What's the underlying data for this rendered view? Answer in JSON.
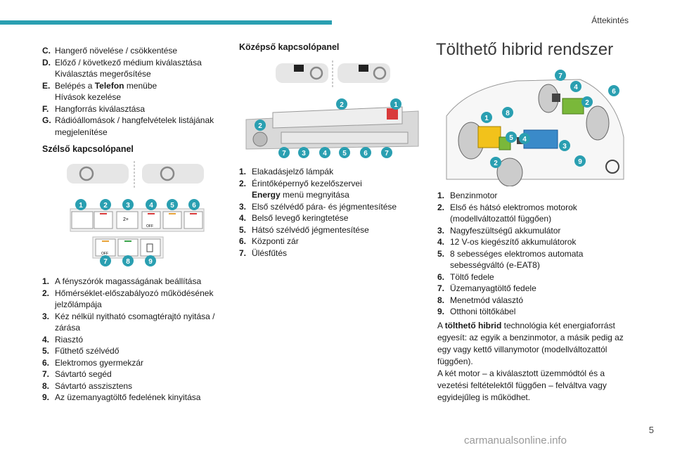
{
  "header": {
    "section": "Áttekintés",
    "accent": "#2a9fb1"
  },
  "col1": {
    "list_top": [
      {
        "key": "C.",
        "lines": [
          "Hangerő növelése / csökkentése"
        ]
      },
      {
        "key": "D.",
        "lines": [
          "Előző / következő médium kiválasztása",
          "Kiválasztás megerősítése"
        ]
      },
      {
        "key": "E.",
        "pre": "Belépés a ",
        "bold": "Telefon",
        "post": " menübe",
        "lines2": [
          "Hívások kezelése"
        ]
      },
      {
        "key": "F.",
        "lines": [
          "Hangforrás kiválasztása"
        ]
      },
      {
        "key": "G.",
        "lines": [
          "Rádióállomások / hangfelvételek listájának",
          "megjelenítése"
        ]
      }
    ],
    "subhead": "Szélső kapcsolópanel",
    "figure_badges_row1": [
      "1",
      "2",
      "3",
      "4",
      "5",
      "6"
    ],
    "figure_badges_row2": [
      "7",
      "8",
      "9"
    ],
    "icon_labels": {
      "off": "OFF",
      "two_plus": "2+"
    },
    "list_bottom": [
      {
        "key": "1.",
        "lines": [
          "A fényszórók magasságának beállítása"
        ]
      },
      {
        "key": "2.",
        "lines": [
          "Hőmérséklet-előszabályozó működésének",
          "jelzőlámpája"
        ]
      },
      {
        "key": "3.",
        "lines": [
          "Kéz nélkül nyitható csomagtérajtó nyitása /",
          "zárása"
        ]
      },
      {
        "key": "4.",
        "lines": [
          "Riasztó"
        ]
      },
      {
        "key": "5.",
        "lines": [
          "Fűthető szélvédő"
        ]
      },
      {
        "key": "6.",
        "lines": [
          "Elektromos gyermekzár"
        ]
      },
      {
        "key": "7.",
        "lines": [
          "Sávtartó segéd"
        ]
      },
      {
        "key": "8.",
        "lines": [
          "Sávtartó asszisztens"
        ]
      },
      {
        "key": "9.",
        "lines": [
          "Az üzemanyagtöltő fedelének kinyitása"
        ]
      }
    ]
  },
  "col2": {
    "subhead": "Középső kapcsolópanel",
    "figure_badges": [
      "2",
      "1",
      "2",
      "7",
      "3",
      "4",
      "5",
      "6",
      "7"
    ],
    "list": [
      {
        "key": "1.",
        "lines": [
          "Elakadásjelző lámpák"
        ]
      },
      {
        "key": "2.",
        "lines": [
          "Érintőképernyő kezelőszervei"
        ],
        "bold_line": "Energy",
        "bold_post": " menü megnyitása"
      },
      {
        "key": "3.",
        "lines": [
          "Első szélvédő pára- és jégmentesítése"
        ]
      },
      {
        "key": "4.",
        "lines": [
          "Belső levegő keringtetése"
        ]
      },
      {
        "key": "5.",
        "lines": [
          "Hátsó szélvédő jégmentesítése"
        ]
      },
      {
        "key": "6.",
        "lines": [
          "Központi zár"
        ]
      },
      {
        "key": "7.",
        "lines": [
          "Ülésfűtés"
        ]
      }
    ]
  },
  "col3": {
    "title": "Tölthető hibrid rendszer",
    "figure_badges": [
      "7",
      "4",
      "6",
      "2",
      "8",
      "1",
      "5",
      "4",
      "3",
      "2",
      "9"
    ],
    "list": [
      {
        "key": "1.",
        "lines": [
          "Benzinmotor"
        ]
      },
      {
        "key": "2.",
        "lines": [
          "Első és hátsó elektromos motorok",
          "(modellváltozattól függően)"
        ]
      },
      {
        "key": "3.",
        "lines": [
          "Nagyfeszültségű akkumulátor"
        ]
      },
      {
        "key": "4.",
        "lines": [
          "12 V-os kiegészítő akkumulátorok"
        ]
      },
      {
        "key": "5.",
        "lines": [
          "8 sebességes elektromos automata",
          "sebességváltó (e-EAT8)"
        ]
      },
      {
        "key": "6.",
        "lines": [
          "Töltő fedele"
        ]
      },
      {
        "key": "7.",
        "lines": [
          "Üzemanyagtöltő fedele"
        ]
      },
      {
        "key": "8.",
        "lines": [
          "Menetmód választó"
        ]
      },
      {
        "key": "9.",
        "lines": [
          "Otthoni töltőkábel"
        ]
      }
    ],
    "para": {
      "pre": "A ",
      "bold": "tölthető hibrid",
      "post1": " technológia két energiaforrást egyesít: az egyik a benzinmotor, a másik pedig az egy vagy kettő villanymotor (modellváltozattól függően).",
      "post2": "A két motor – a kiválasztott üzemmódtól és a vezetési feltételektől függően – felváltva vagy egyidejűleg is működhet."
    }
  },
  "footer": {
    "page": "5",
    "watermark": "carmanualsonline.info"
  }
}
